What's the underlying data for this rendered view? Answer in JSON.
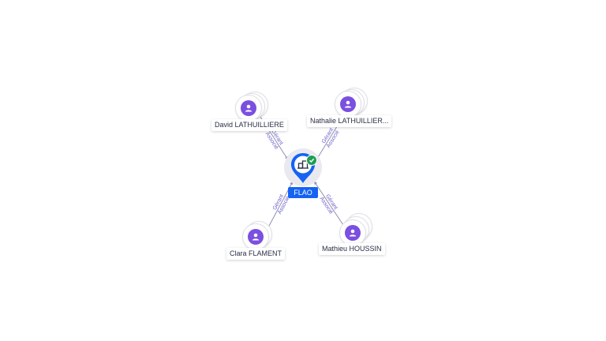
{
  "company": {
    "name": "FLAO",
    "icon": "building-icon",
    "status": "active-check-icon",
    "pin_color": "#1463f3",
    "check_color": "#1f9d55"
  },
  "people": [
    {
      "name": "David LATHUILLIERE",
      "icon": "person-icon"
    },
    {
      "name": "Nathalie LATHUILLIER...",
      "icon": "person-icon"
    },
    {
      "name": "Clara FLAMENT",
      "icon": "person-icon"
    },
    {
      "name": "Mathieu HOUSSIN",
      "icon": "person-icon"
    }
  ],
  "edges": [
    {
      "from": "David LATHUILLIERE",
      "to": "FLAO",
      "roles": [
        "Gérant",
        "Associé"
      ]
    },
    {
      "from": "Nathalie LATHUILLIER...",
      "to": "FLAO",
      "roles": [
        "Gérant",
        "Associé"
      ]
    },
    {
      "from": "Clara FLAMENT",
      "to": "FLAO",
      "roles": [
        "Gérant",
        "Associé"
      ]
    },
    {
      "from": "Mathieu HOUSSIN",
      "to": "FLAO",
      "roles": [
        "Gérant",
        "Associé"
      ]
    }
  ],
  "colors": {
    "person": "#7b4fe0",
    "edge": "#8f8fb5",
    "edge_label": "#6a5fc8"
  }
}
